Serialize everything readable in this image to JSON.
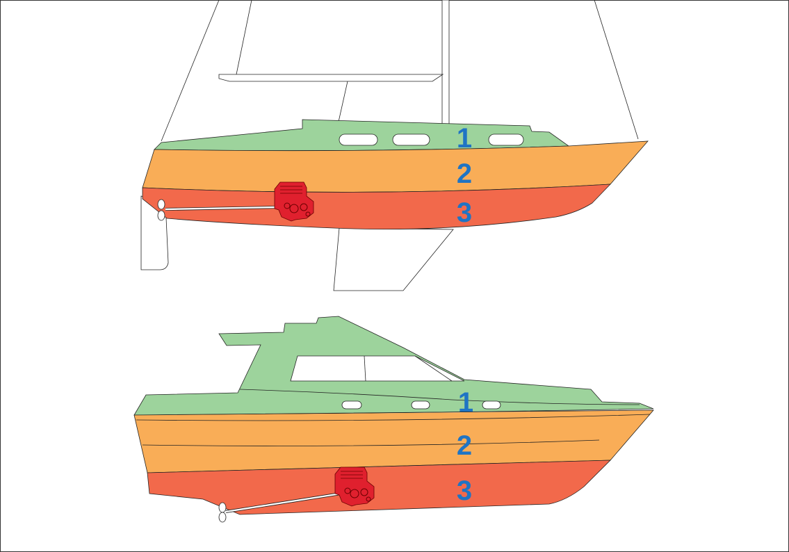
{
  "colors": {
    "topsides": "#9dd39c",
    "hull_middle": "#f9ad57",
    "hull_bottom": "#f2694b",
    "labels": "#1f74c4",
    "engine": "#e0202e"
  },
  "sailboat": {
    "labels": [
      "1",
      "2",
      "3"
    ]
  },
  "motorboat": {
    "labels": [
      "1",
      "2",
      "3"
    ]
  }
}
